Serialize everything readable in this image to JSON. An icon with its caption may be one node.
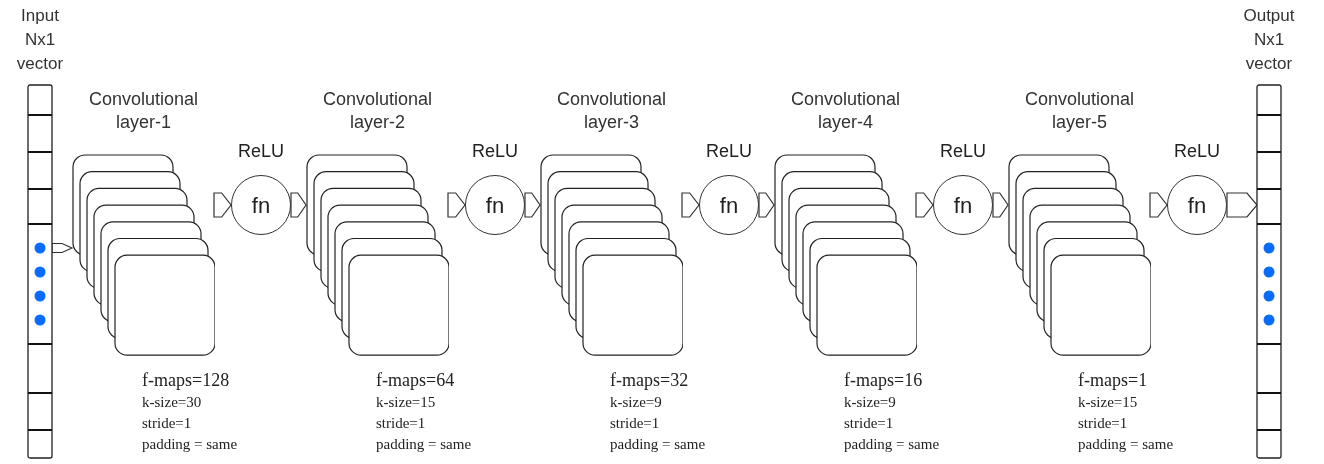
{
  "diagram": {
    "nodes": [
      {
        "text": [
          "Input Nx1 vector"
        ]
      },
      {
        "text": [
          "Convolutional layer-1"
        ],
        "beside": [
          "f-maps=128",
          "k-size=30",
          "stride=1",
          "padding = same"
        ]
      },
      {
        "text": [
          "fn"
        ]
      },
      {
        "text": [
          "Convolutional layer-2"
        ],
        "beside": [
          "f-maps=64",
          "k-size=15",
          "stride=1",
          "padding = same"
        ]
      },
      {
        "text": [
          "fn"
        ]
      },
      {
        "text": [
          "Convolutional layer-3"
        ],
        "beside": [
          "f-maps=32",
          "k-size=9",
          "stride=1",
          "padding = same"
        ]
      },
      {
        "text": [
          "fn"
        ]
      },
      {
        "text": [
          "Convolutional layer-4"
        ],
        "beside": [
          "f-maps=16",
          "k-size=9",
          "stride=1",
          "padding = same"
        ]
      },
      {
        "text": [
          "fn"
        ]
      },
      {
        "text": [
          "Convolutional layer-5"
        ],
        "beside": [
          "f-maps=1",
          "k-size=15",
          "stride=1",
          "padding = same"
        ]
      },
      {
        "text": [
          "fn"
        ]
      },
      {
        "text": [
          "Output Nx1 vector"
        ]
      }
    ],
    "edges": [
      {
        "from": 0,
        "to": 1,
        "arrow": "to"
      },
      {
        "from": 1,
        "to": 2,
        "arrow": "to"
      },
      {
        "from": 2,
        "to": 3,
        "arrow": "to"
      },
      {
        "from": 3,
        "to": 4,
        "arrow": "to"
      },
      {
        "from": 4,
        "to": 5,
        "arrow": "to"
      },
      {
        "from": 5,
        "to": 6,
        "arrow": "to"
      },
      {
        "from": 6,
        "to": 7,
        "arrow": "to"
      },
      {
        "from": 7,
        "to": 8,
        "arrow": "to"
      },
      {
        "from": 8,
        "to": 9,
        "arrow": "to"
      },
      {
        "from": 9,
        "to": 10,
        "arrow": "to"
      },
      {
        "from": 10,
        "to": 11,
        "arrow": "to"
      }
    ],
    "labels": [
      "ReLU",
      "ReLU",
      "ReLU",
      "ReLU",
      "ReLU"
    ]
  }
}
